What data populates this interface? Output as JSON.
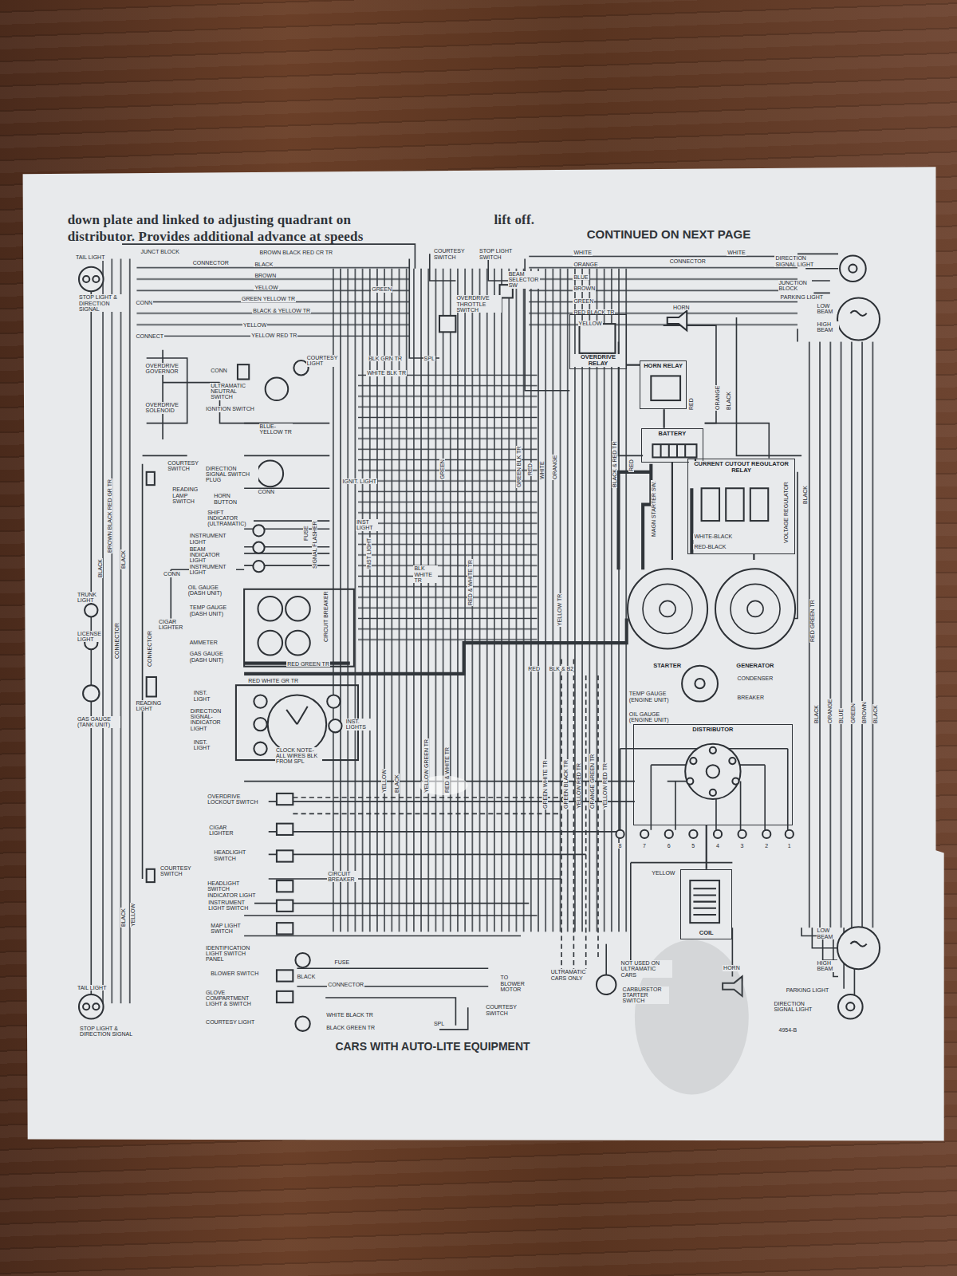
{
  "diagram": {
    "caption": "CARS WITH AUTO-LITE EQUIPMENT",
    "nodes": [
      {
        "text": [
          "OVERDRIVE RELAY"
        ]
      },
      {
        "text": [
          "HORN RELAY"
        ]
      },
      {
        "text": [
          "BATTERY"
        ]
      },
      {
        "text": [
          "CURRENT CUTOUT REGULATOR RELAY"
        ]
      },
      {
        "text": [
          "STARTER"
        ]
      },
      {
        "text": [
          "GENERATOR"
        ]
      },
      {
        "text": [
          "DISTRIBUTOR"
        ]
      },
      {
        "text": [
          "COIL"
        ]
      }
    ],
    "edges": [
      {
        "from": 0,
        "to": 1,
        "arrow": "none"
      },
      {
        "from": 1,
        "to": 2,
        "arrow": "none"
      },
      {
        "from": 2,
        "to": 4,
        "arrow": "none"
      },
      {
        "from": 2,
        "to": 3,
        "arrow": "none"
      },
      {
        "from": 3,
        "to": 5,
        "arrow": "none"
      },
      {
        "from": 7,
        "to": 6,
        "arrow": "none"
      }
    ],
    "labels": [
      "down plate and linked to adjusting quadrant on",
      "distributor. Provides additional advance at speeds",
      "lift off.",
      "CONTINUED ON NEXT PAGE",
      "TAIL LIGHT",
      "JUNCT BLOCK",
      "CONNECTOR",
      "BROWN BLACK RED CR TR",
      "BLACK",
      "BROWN",
      "YELLOW",
      "GREEN YELLOW TR",
      "BLACK & YELLOW TR",
      "YELLOW",
      "YELLOW RED TR",
      "STOP LIGHT & DIRECTION SIGNAL",
      "CONN",
      "CONNECT",
      "COURTESY SWITCH",
      "STOP LIGHT SWITCH",
      "BEAM SELECTOR SW",
      "OVERDRIVE THROTTLE SWITCH",
      "GREEN",
      "WHITE",
      "ORANGE",
      "BLUE",
      "BROWN",
      "GREEN",
      "RED BLACK TR",
      "YELLOW",
      "CONNECTOR",
      "WHITE",
      "DIRECTION SIGNAL LIGHT",
      "JUNCTION BLOCK",
      "PARKING LIGHT",
      "LOW BEAM",
      "HIGH BEAM",
      "HORN",
      "OVERDRIVE GOVERNOR",
      "OVERDRIVE SOLENOID",
      "CONN",
      "ULTRAMATIC NEUTRAL SWITCH",
      "IGNITION SWITCH",
      "COURTESY LIGHT",
      "BLK GRN TR",
      "WHITE BLK TR",
      "SPL",
      "COURTESY SWITCH",
      "DIRECTION SIGNAL SWITCH PLUG",
      "READING LAMP SWITCH",
      "HORN BUTTON",
      "CONN",
      "SHIFT INDICATOR (ULTRAMATIC)",
      "INSTRUMENT LIGHT",
      "BEAM INDICATOR LIGHT",
      "INSTRUMENT LIGHT",
      "CONN",
      "OIL GAUGE (DASH UNIT)",
      "CIGAR LIGHTER",
      "TEMP GAUGE (DASH UNIT)",
      "AMMETER",
      "GAS GAUGE (DASH UNIT)",
      "RED GREEN TR",
      "RED WHITE GR TR",
      "INST. LIGHT",
      "DIRECTION SIGNAL-INDICATOR LIGHT",
      "INST. LIGHT",
      "CLOCK NOTE-ALL WIRES BLK FROM SPL",
      "INST. LIGHTS",
      "IGNIT. LIGHT",
      "INST LIGHT",
      "TRUNK LIGHT",
      "LICENSE LIGHT",
      "GAS GAUGE (TANK UNIT)",
      "READING LIGHT",
      "OVERDRIVE LOCKOUT SWITCH",
      "CIGAR LIGHTER",
      "HEADLIGHT SWITCH",
      "HEADLIGHT SWITCH INDICATOR LIGHT",
      "INSTRUMENT LIGHT SWITCH",
      "MAP LIGHT SWITCH",
      "IDENTIFICATION LIGHT SWITCH PANEL",
      "BLOWER SWITCH",
      "GLOVE COMPARTMENT LIGHT & SWITCH",
      "COURTESY LIGHT",
      "COURTESY SWITCH",
      "CIRCUIT BREAKER",
      "FUSE",
      "BLACK",
      "CONNECTOR",
      "TO BLOWER MOTOR",
      "WHITE BLACK TR",
      "BLACK GREEN TR",
      "SPL",
      "COURTESY SWITCH",
      "TAIL LIGHT",
      "STOP LIGHT & DIRECTION SIGNAL",
      "ULTRAMATIC CARS ONLY",
      "NOT USED ON ULTRAMATIC CARS",
      "CARBURETOR STARTER SWITCH",
      "HORN",
      "LOW BEAM",
      "HIGH BEAM",
      "PARKING LIGHT",
      "DIRECTION SIGNAL LIGHT",
      "4954-B",
      "CONDENSER",
      "BREAKER",
      "TEMP GAUGE (ENGINE UNIT)",
      "OIL GAUGE (ENGINE UNIT)",
      "MAGN STARTER SW.",
      "VOLTAGE REGULATOR",
      "RED-BLACK",
      "WHITE-BLACK",
      "YELLOW",
      "8",
      "7",
      "6",
      "5",
      "4",
      "3",
      "2",
      "1",
      "GREEN",
      "GREEN BLK TR",
      "RED",
      "WHITE",
      "ORANGE",
      "BLACK & RED TR",
      "RED",
      "BLK WHITE TR",
      "RED & WHITE TR",
      "YELLOW TR",
      "RED",
      "BLK & B2",
      "YELLOW",
      "BLACK",
      "YELLOW GREEN TR",
      "RED & WHITE TR",
      "GREEN WHITE TR",
      "GREEN BLACK TR",
      "YELLOW RED TR",
      "ORANGE GREEN TR",
      "YELLOW RED TR",
      "BLACK",
      "ORANGE",
      "BLUE",
      "GREEN",
      "BROWN",
      "BLACK",
      "BLACK",
      "ORANGE",
      "BLACK",
      "RED",
      "RED GREEN TR",
      "BROWN BLACK RED GR TR",
      "BLACK",
      "BLACK",
      "YELLOW",
      "BLACK",
      "CONNECTOR",
      "CONNECTOR",
      "FUSE",
      "SIGNAL FLASHER",
      "CIRCUIT BREAKER",
      "INST LIGHT",
      "BLUE-YELLOW TR"
    ]
  }
}
